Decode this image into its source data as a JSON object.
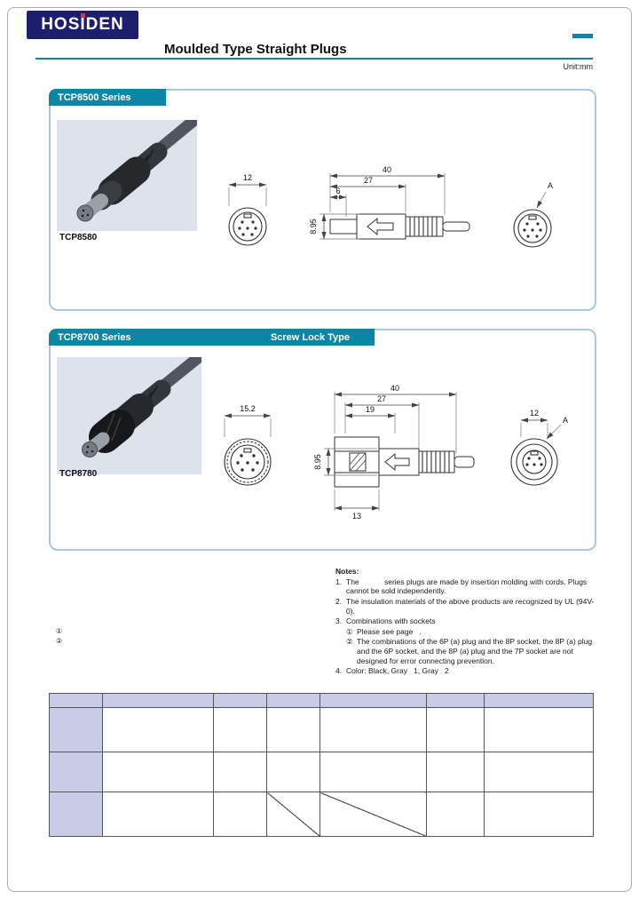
{
  "brand": {
    "name": "HOSIDEN"
  },
  "header": {
    "title": "Moulded Type Straight Plugs",
    "unit_label": "Unit:mm"
  },
  "colors": {
    "teal_accent": "#0b87a5",
    "logo_navy": "#1d1e6e",
    "logo_dot_red": "#e53328",
    "box_border_blue": "#a9c6e4",
    "table_header_fill": "#c9cce6"
  },
  "sections": [
    {
      "label": "TCP8500 Series",
      "photo_caption": "TCP8580",
      "dims": {
        "front_width": "12",
        "total_length": "40",
        "body_length": "27",
        "tip_length": "6",
        "diameter": "8.95",
        "rear_view_label": "A"
      }
    },
    {
      "label": "TCP8700 Series",
      "subtitle": "Screw Lock Type",
      "photo_caption": "TCP8780",
      "dims": {
        "front_width": "15.2",
        "total_length": "40",
        "body_length": "27",
        "lock_length": "19",
        "diameter": "8.95",
        "nut_width": "13",
        "rear_diameter": "12",
        "rear_view_label": "A"
      }
    }
  ],
  "margin_marks": {
    "first": "①",
    "second": "②"
  },
  "notes": {
    "heading": "Notes:",
    "items": [
      {
        "num": "1.",
        "text": "The            series plugs are made by insertion molding with cords. Plugs cannot be sold independently."
      },
      {
        "num": "2.",
        "text": "The insulation materials of the above products are recognized by UL (94V-0)."
      },
      {
        "num": "3.",
        "text": "Combinations with sockets"
      },
      {
        "num": "4.",
        "text": "Color: Black, Gray   1, Gray   2"
      }
    ],
    "sub_items": [
      {
        "marker": "①",
        "text": "Please see page   ."
      },
      {
        "marker": "②",
        "text": "The combinations of the 6P (a) plug and the 8P socket, the 8P (a) plug and the 6P socket, and the 8P (a) plug and the 7P socket are not designed for error connecting prevention."
      }
    ]
  }
}
